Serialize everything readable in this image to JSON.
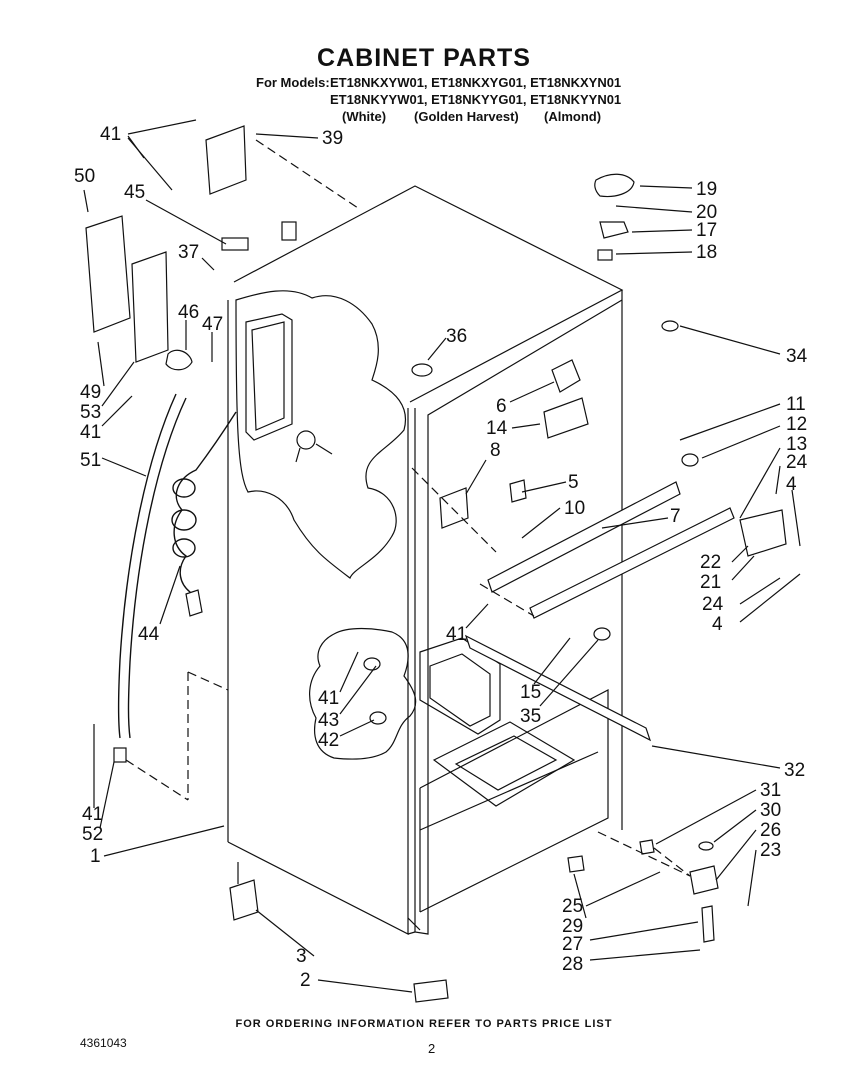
{
  "title": "CABINET PARTS",
  "models": {
    "prefix": "For Models:",
    "row1": "ET18NKXYW01, ET18NKXYG01, ET18NKXYN01",
    "row2": "ET18NKYYW01, ET18NKYYG01, ET18NKYYN01",
    "colors": [
      "(White)",
      "(Golden Harvest)",
      "(Almond)"
    ]
  },
  "callouts": [
    "41",
    "39",
    "50",
    "45",
    "37",
    "46",
    "47",
    "49",
    "53",
    "41",
    "51",
    "44",
    "41",
    "52",
    "1",
    "36",
    "6",
    "14",
    "8",
    "5",
    "10",
    "7",
    "19",
    "20",
    "17",
    "18",
    "34",
    "11",
    "12",
    "13",
    "24",
    "4",
    "22",
    "21",
    "24",
    "4",
    "41",
    "15",
    "35",
    "41",
    "43",
    "42",
    "32",
    "31",
    "30",
    "26",
    "23",
    "25",
    "29",
    "27",
    "28",
    "3",
    "2"
  ],
  "footer": "FOR ORDERING INFORMATION REFER TO PARTS PRICE LIST",
  "doc_number": "4361043",
  "page_number": "2"
}
